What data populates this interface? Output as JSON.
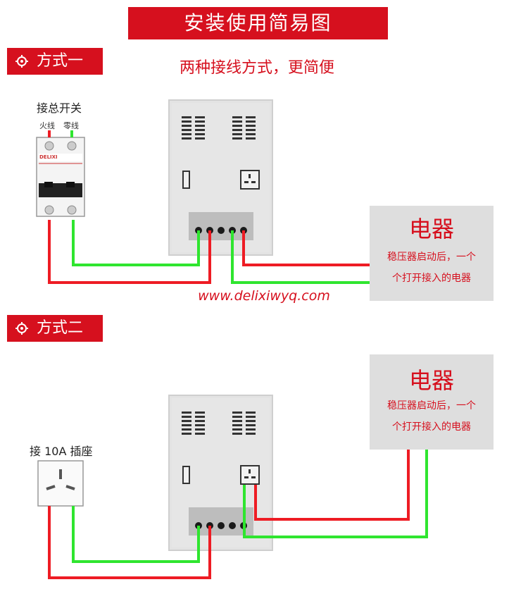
{
  "header": {
    "title": "安装使用简易图"
  },
  "method_one": {
    "tag_label": "方式一",
    "subtitle": "两种接线方式，更简便",
    "breaker_label": "接总开关",
    "live_label": "火线",
    "neutral_label": "零线",
    "breaker_brand": "DELIXI",
    "appliance_title": "电器",
    "appliance_note_line1": "稳压器启动后，一个",
    "appliance_note_line2": "个打开接入的电器",
    "website": "www.delixiwyq.com"
  },
  "method_two": {
    "tag_label": "方式二",
    "socket_label": "接 10A 插座",
    "appliance_title": "电器",
    "appliance_note_line1": "稳压器启动后，一个",
    "appliance_note_line2": "个打开接入的电器"
  },
  "colors": {
    "accent_red": "#d6101e",
    "wire_red": "#ee1c24",
    "wire_green": "#2fe52f"
  }
}
